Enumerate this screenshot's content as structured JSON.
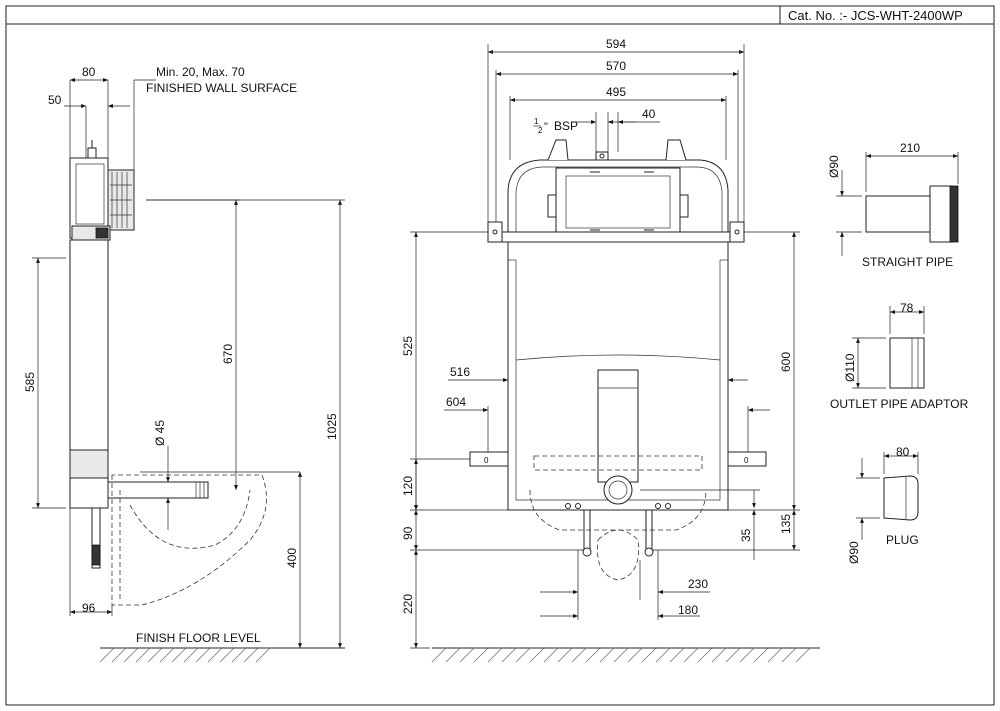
{
  "catalog": "Cat. No. :- JCS-WHT-2400WP",
  "side_view": {
    "dim_80": "80",
    "dim_50": "50",
    "wall_range": "Min. 20, Max. 70",
    "wall_label": "FINISHED WALL SURFACE",
    "dim_585": "585",
    "dim_670": "670",
    "dim_1025": "1025",
    "dim_dia45": "Ø 45",
    "dim_400": "400",
    "dim_96": "96",
    "floor_label": "FINISH FLOOR LEVEL"
  },
  "front_view": {
    "dim_594": "594",
    "dim_570": "570",
    "dim_495": "495",
    "dim_40": "40",
    "bsp_label": "BSP",
    "bsp_num": "1",
    "bsp_den": "2",
    "dim_525": "525",
    "dim_516": "516",
    "dim_604": "604",
    "dim_600": "600",
    "dim_120": "120",
    "dim_90": "90",
    "dim_35": "35",
    "dim_135": "135",
    "dim_220": "220",
    "dim_230": "230",
    "dim_180": "180"
  },
  "accessories": {
    "straight_pipe": {
      "dia": "Ø90",
      "length": "210",
      "label": "STRAIGHT PIPE"
    },
    "outlet_adaptor": {
      "dia": "Ø110",
      "length": "78",
      "label": "OUTLET PIPE ADAPTOR"
    },
    "plug": {
      "dia": "Ø90",
      "length": "80",
      "label": "PLUG"
    }
  }
}
